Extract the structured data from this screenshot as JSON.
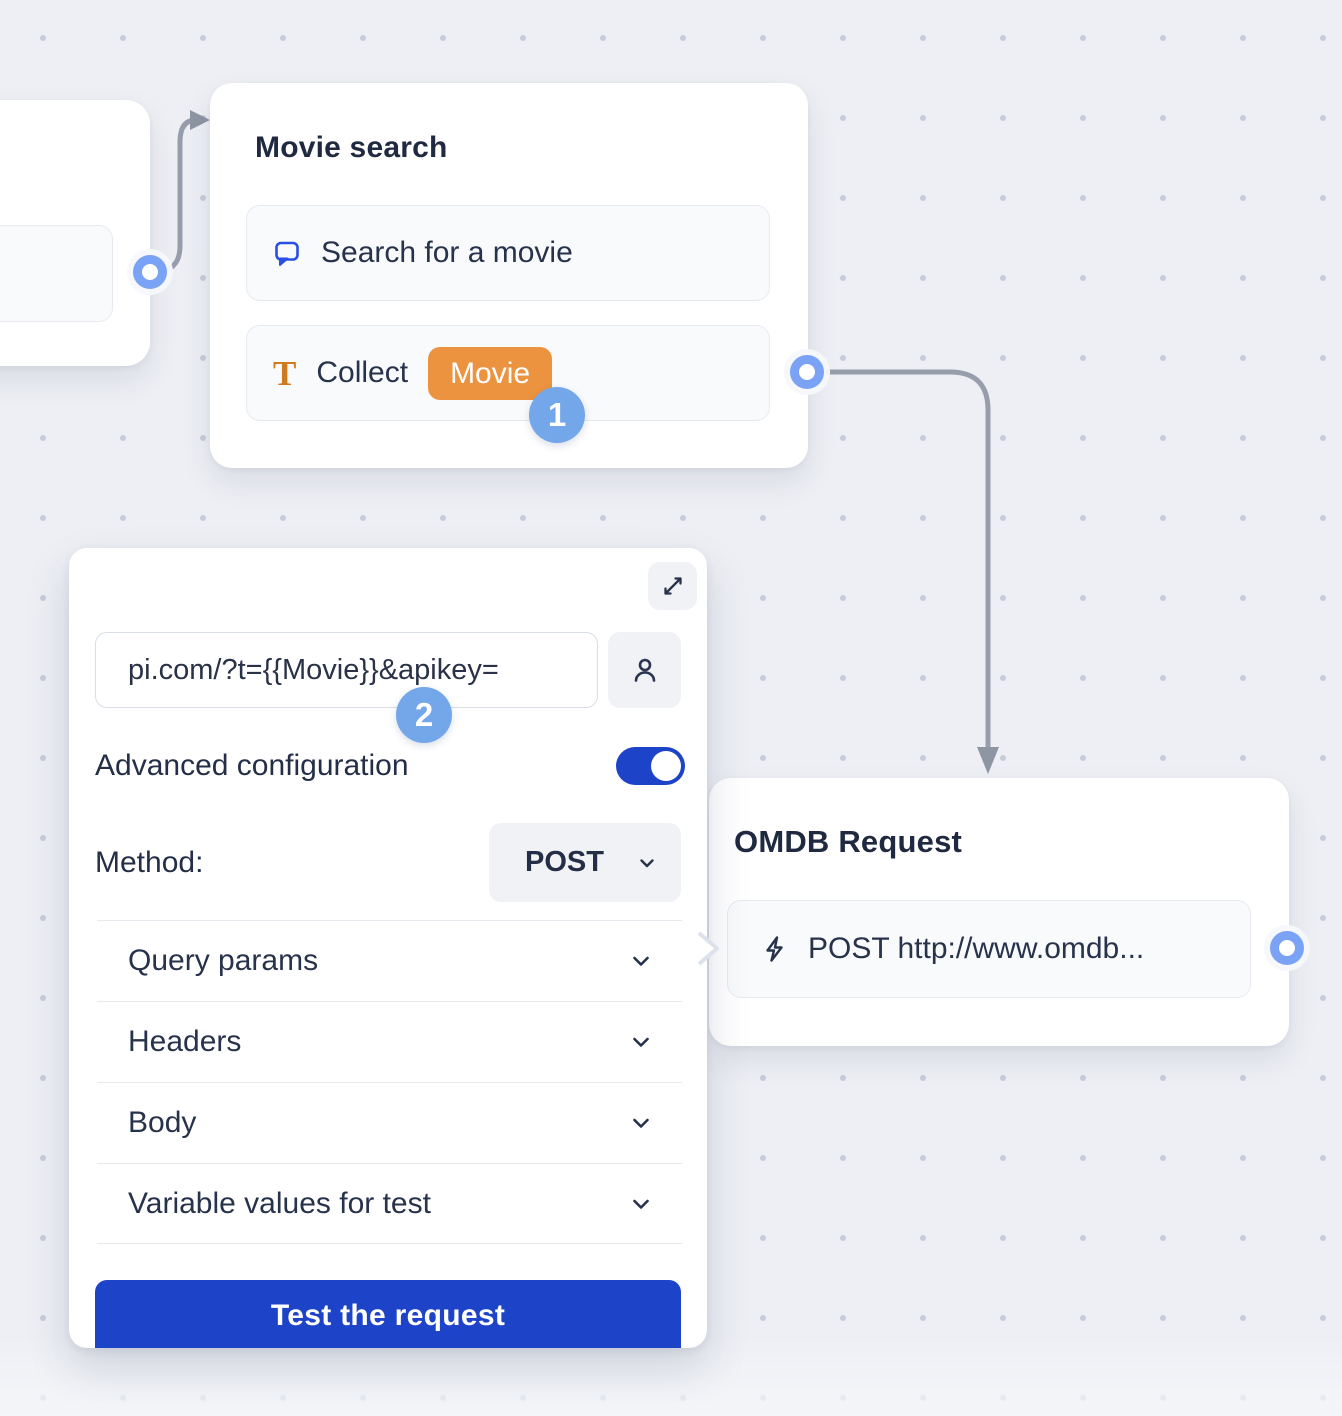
{
  "canvas": {
    "background": "#edeff4",
    "dot_color": "#c6ccd9"
  },
  "colors": {
    "accent_blue": "#1d43c9",
    "badge_blue": "#74a7ea",
    "port_blue": "#7ba3f5",
    "chip_orange": "#ec9340",
    "icon_orange": "#cf7a1e",
    "icon_blue": "#2b4fe3",
    "connector_gray": "#979eab",
    "text_dark": "#242e47"
  },
  "nodes": {
    "movie_search": {
      "title": "Movie search",
      "rows": [
        {
          "icon": "chat-bubble-icon",
          "text": "Search for a movie"
        },
        {
          "icon": "text-variable-icon",
          "text": "Collect",
          "chip": "Movie"
        }
      ],
      "step_badge": "1"
    },
    "omdb_request": {
      "title": "OMDB Request",
      "rows": [
        {
          "icon": "lightning-icon",
          "text": "POST http://www.omdb..."
        }
      ]
    }
  },
  "panel": {
    "url_input": {
      "value": "pi.com/?t={{Movie}}&apikey="
    },
    "step_badge": "2",
    "advanced_label": "Advanced configuration",
    "advanced_toggle_on": true,
    "method_label": "Method:",
    "method_value": "POST",
    "sections": [
      {
        "label": "Query params"
      },
      {
        "label": "Headers"
      },
      {
        "label": "Body"
      },
      {
        "label": "Variable values for test"
      }
    ],
    "test_button_label": "Test the request"
  }
}
